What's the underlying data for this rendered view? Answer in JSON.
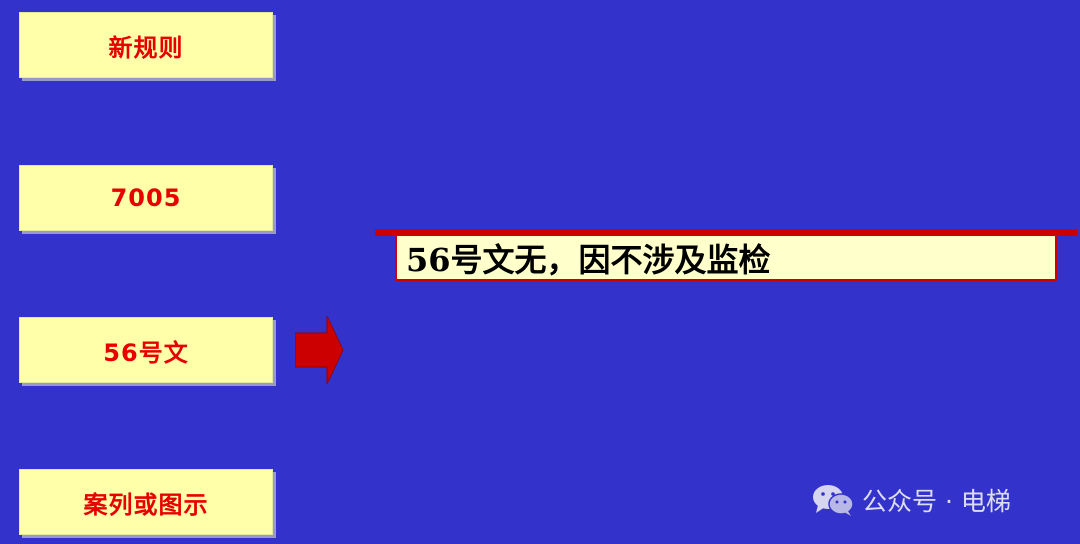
{
  "nav": {
    "items": [
      {
        "label": "新规则"
      },
      {
        "label": "7005"
      },
      {
        "label": "56号文"
      },
      {
        "label": "案列或图示"
      }
    ]
  },
  "callout": {
    "text": "56号文无，因不涉及监检"
  },
  "watermark": {
    "text": "公众号 · 电梯",
    "icon": "wechat-icon"
  },
  "colors": {
    "background": "#3333cc",
    "button": "#ffffaa",
    "button_text": "#e60000",
    "accent": "#cc0000",
    "callout_bg": "#ffffcc"
  }
}
